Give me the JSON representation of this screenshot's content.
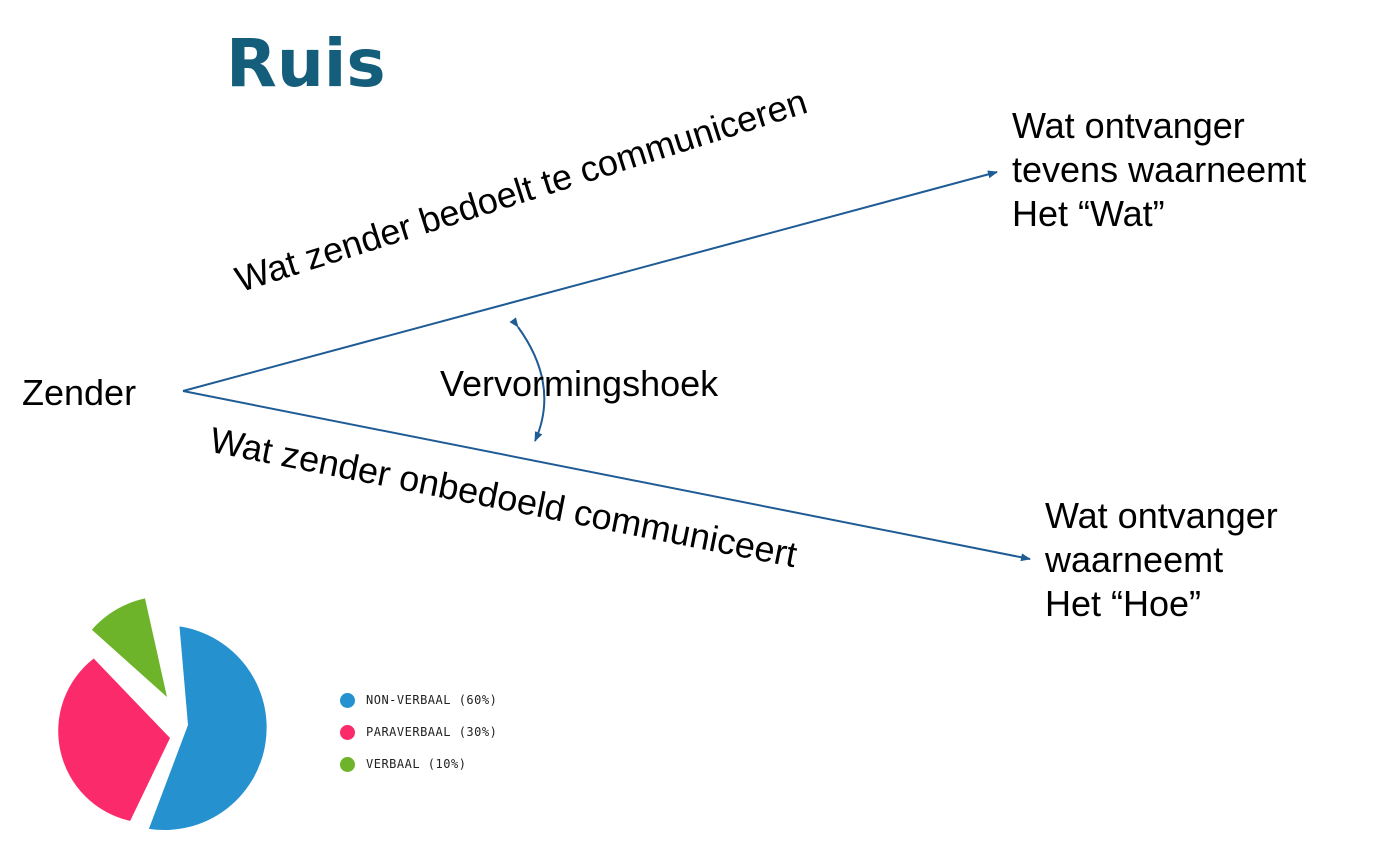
{
  "title": "Ruis",
  "sender": "Zender",
  "angle_label": "Vervormingshoek",
  "intended_label": "Wat zender bedoelt te communiceren",
  "unintended_label": "Wat zender onbedoeld communiceert",
  "receiver_top": {
    "line1": "Wat ontvanger",
    "line2": "tevens waarneemt",
    "line3": "Het “Wat”"
  },
  "receiver_bottom": {
    "line1": "Wat ontvanger",
    "line2": "waarneemt",
    "line3": "Het “Hoe”"
  },
  "colors": {
    "title": "#145e7c",
    "arrow": "#1f5b94",
    "nonverbal": "#2592cf",
    "paraverbal": "#fb2a6b",
    "verbal": "#6db42a"
  },
  "chart_data": {
    "type": "pie",
    "title": "",
    "slices": [
      {
        "label": "NON-VERBAAL (60%)",
        "value": 60,
        "color": "#2592cf"
      },
      {
        "label": "PARAVERBAAL (30%)",
        "value": 30,
        "color": "#fb2a6b"
      },
      {
        "label": "VERBAAL (10%)",
        "value": 10,
        "color": "#6db42a"
      }
    ],
    "legend_position": "right"
  }
}
